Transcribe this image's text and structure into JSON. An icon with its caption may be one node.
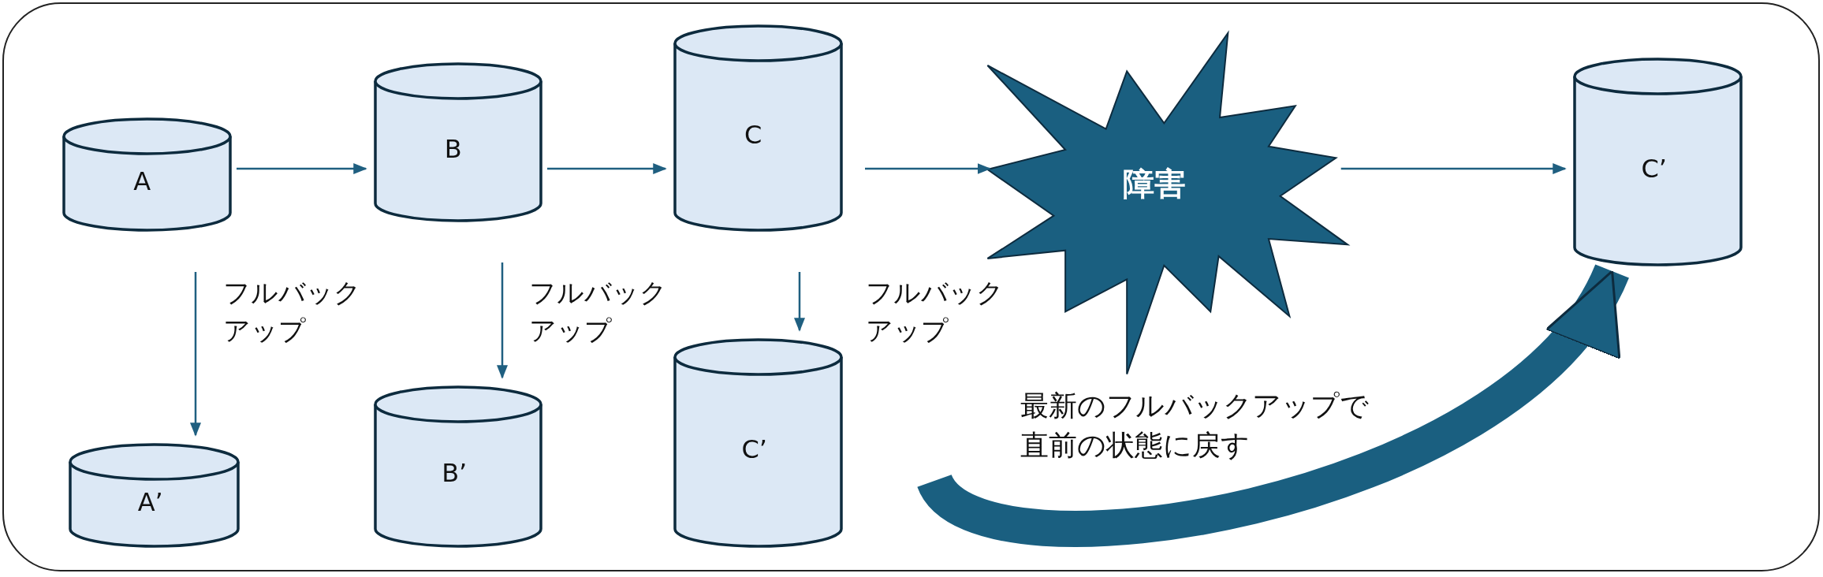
{
  "diagram": {
    "nodes": [
      {
        "text": [],
        "shape": "box"
      },
      {
        "text": [
          "A"
        ],
        "in": 0
      },
      {
        "text": [
          "B"
        ],
        "in": 0
      },
      {
        "text": [
          "C"
        ],
        "in": 0
      },
      {
        "text": [
          "障害"
        ],
        "in": 0
      },
      {
        "text": [
          "C’"
        ],
        "in": 0
      },
      {
        "text": [
          "A’"
        ],
        "in": 0
      },
      {
        "text": [
          "B’"
        ],
        "in": 0
      },
      {
        "text": [
          "C’"
        ],
        "in": 0
      }
    ],
    "edges": [
      {
        "from": 1,
        "to": 2,
        "arrow": "to"
      },
      {
        "from": 2,
        "to": 3,
        "arrow": "to"
      },
      {
        "from": 3,
        "to": 4,
        "arrow": "to"
      },
      {
        "from": 4,
        "to": 5,
        "arrow": "to"
      },
      {
        "from": 1,
        "to": 6,
        "arrow": "to",
        "label": "フルバックアップ"
      },
      {
        "from": 2,
        "to": 7,
        "arrow": "to",
        "label": "フルバックアップ"
      },
      {
        "from": 3,
        "to": 8,
        "arrow": "to",
        "label": "フルバックアップ"
      },
      {
        "from": null,
        "to": 5,
        "arrow": "to",
        "label": "最新のフルバックアップで直前の状態に戻す",
        "style": "thick"
      }
    ]
  }
}
